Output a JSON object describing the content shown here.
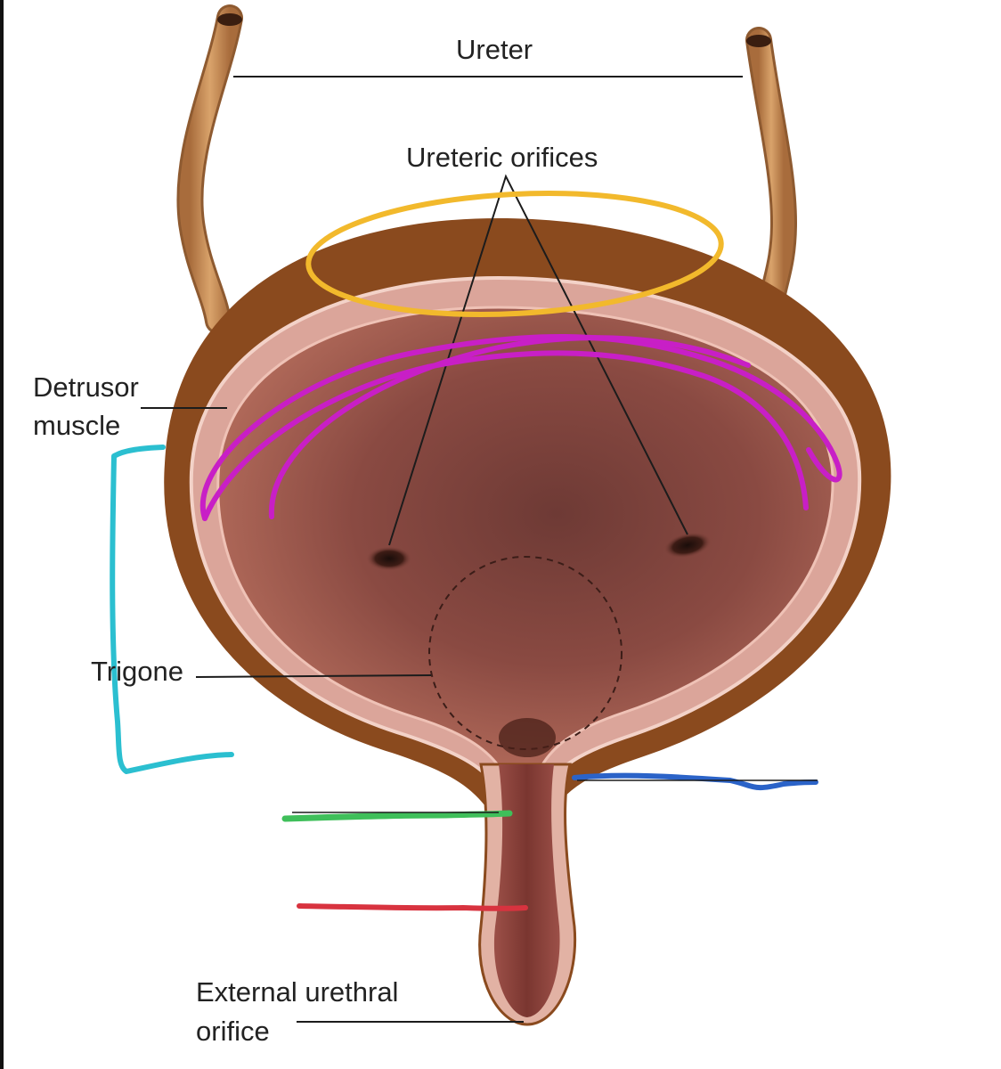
{
  "labels": {
    "ureter": "Ureter",
    "ureteric_orifices": "Ureteric orifices",
    "detrusor_line1": "Detrusor",
    "detrusor_line2": "muscle",
    "trigone": "Trigone",
    "external_line1": "External urethral",
    "external_line2": "orifice"
  },
  "colors": {
    "outer_wall": "#8a4a1e",
    "ureter_tube": "#c48a55",
    "muscle_layer": "#dba59a",
    "lumen": "#8c4c43",
    "annotation_yellow": "#f2b92c",
    "annotation_magenta": "#c81fc6",
    "annotation_cyan": "#2bbfd0",
    "annotation_blue": "#2b63c8",
    "annotation_green": "#3fbf5a",
    "annotation_red": "#d8333f"
  }
}
